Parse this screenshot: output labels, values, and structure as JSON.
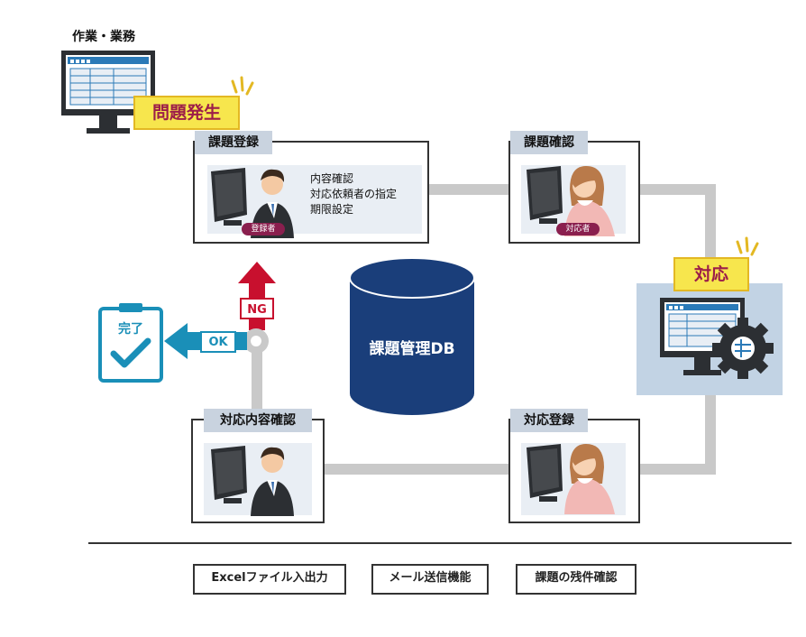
{
  "top_label": "作業・業務",
  "issue_tag": "問題発生",
  "response_tag": "対応",
  "db_label": "課題管理DB",
  "boxes": {
    "register": {
      "title": "課題登録",
      "badge": "登録者",
      "notes": [
        "内容確認",
        "対応依頼者の指定",
        "期限設定"
      ]
    },
    "confirm": {
      "title": "課題確認",
      "badge": "対応者"
    },
    "content_check": {
      "title": "対応内容確認"
    },
    "response_register": {
      "title": "対応登録"
    }
  },
  "ng_label": "NG",
  "ok_label": "OK",
  "done_label": "完了",
  "features": [
    "Excelファイル入出力",
    "メール送信機能",
    "課題の残件確認"
  ],
  "colors": {
    "accent_red": "#c8102e",
    "accent_blue": "#1a8fb8",
    "tag_yellow": "#f7e64d",
    "tab_gray": "#c9d3df",
    "panel_blue": "#c2d3e4"
  }
}
